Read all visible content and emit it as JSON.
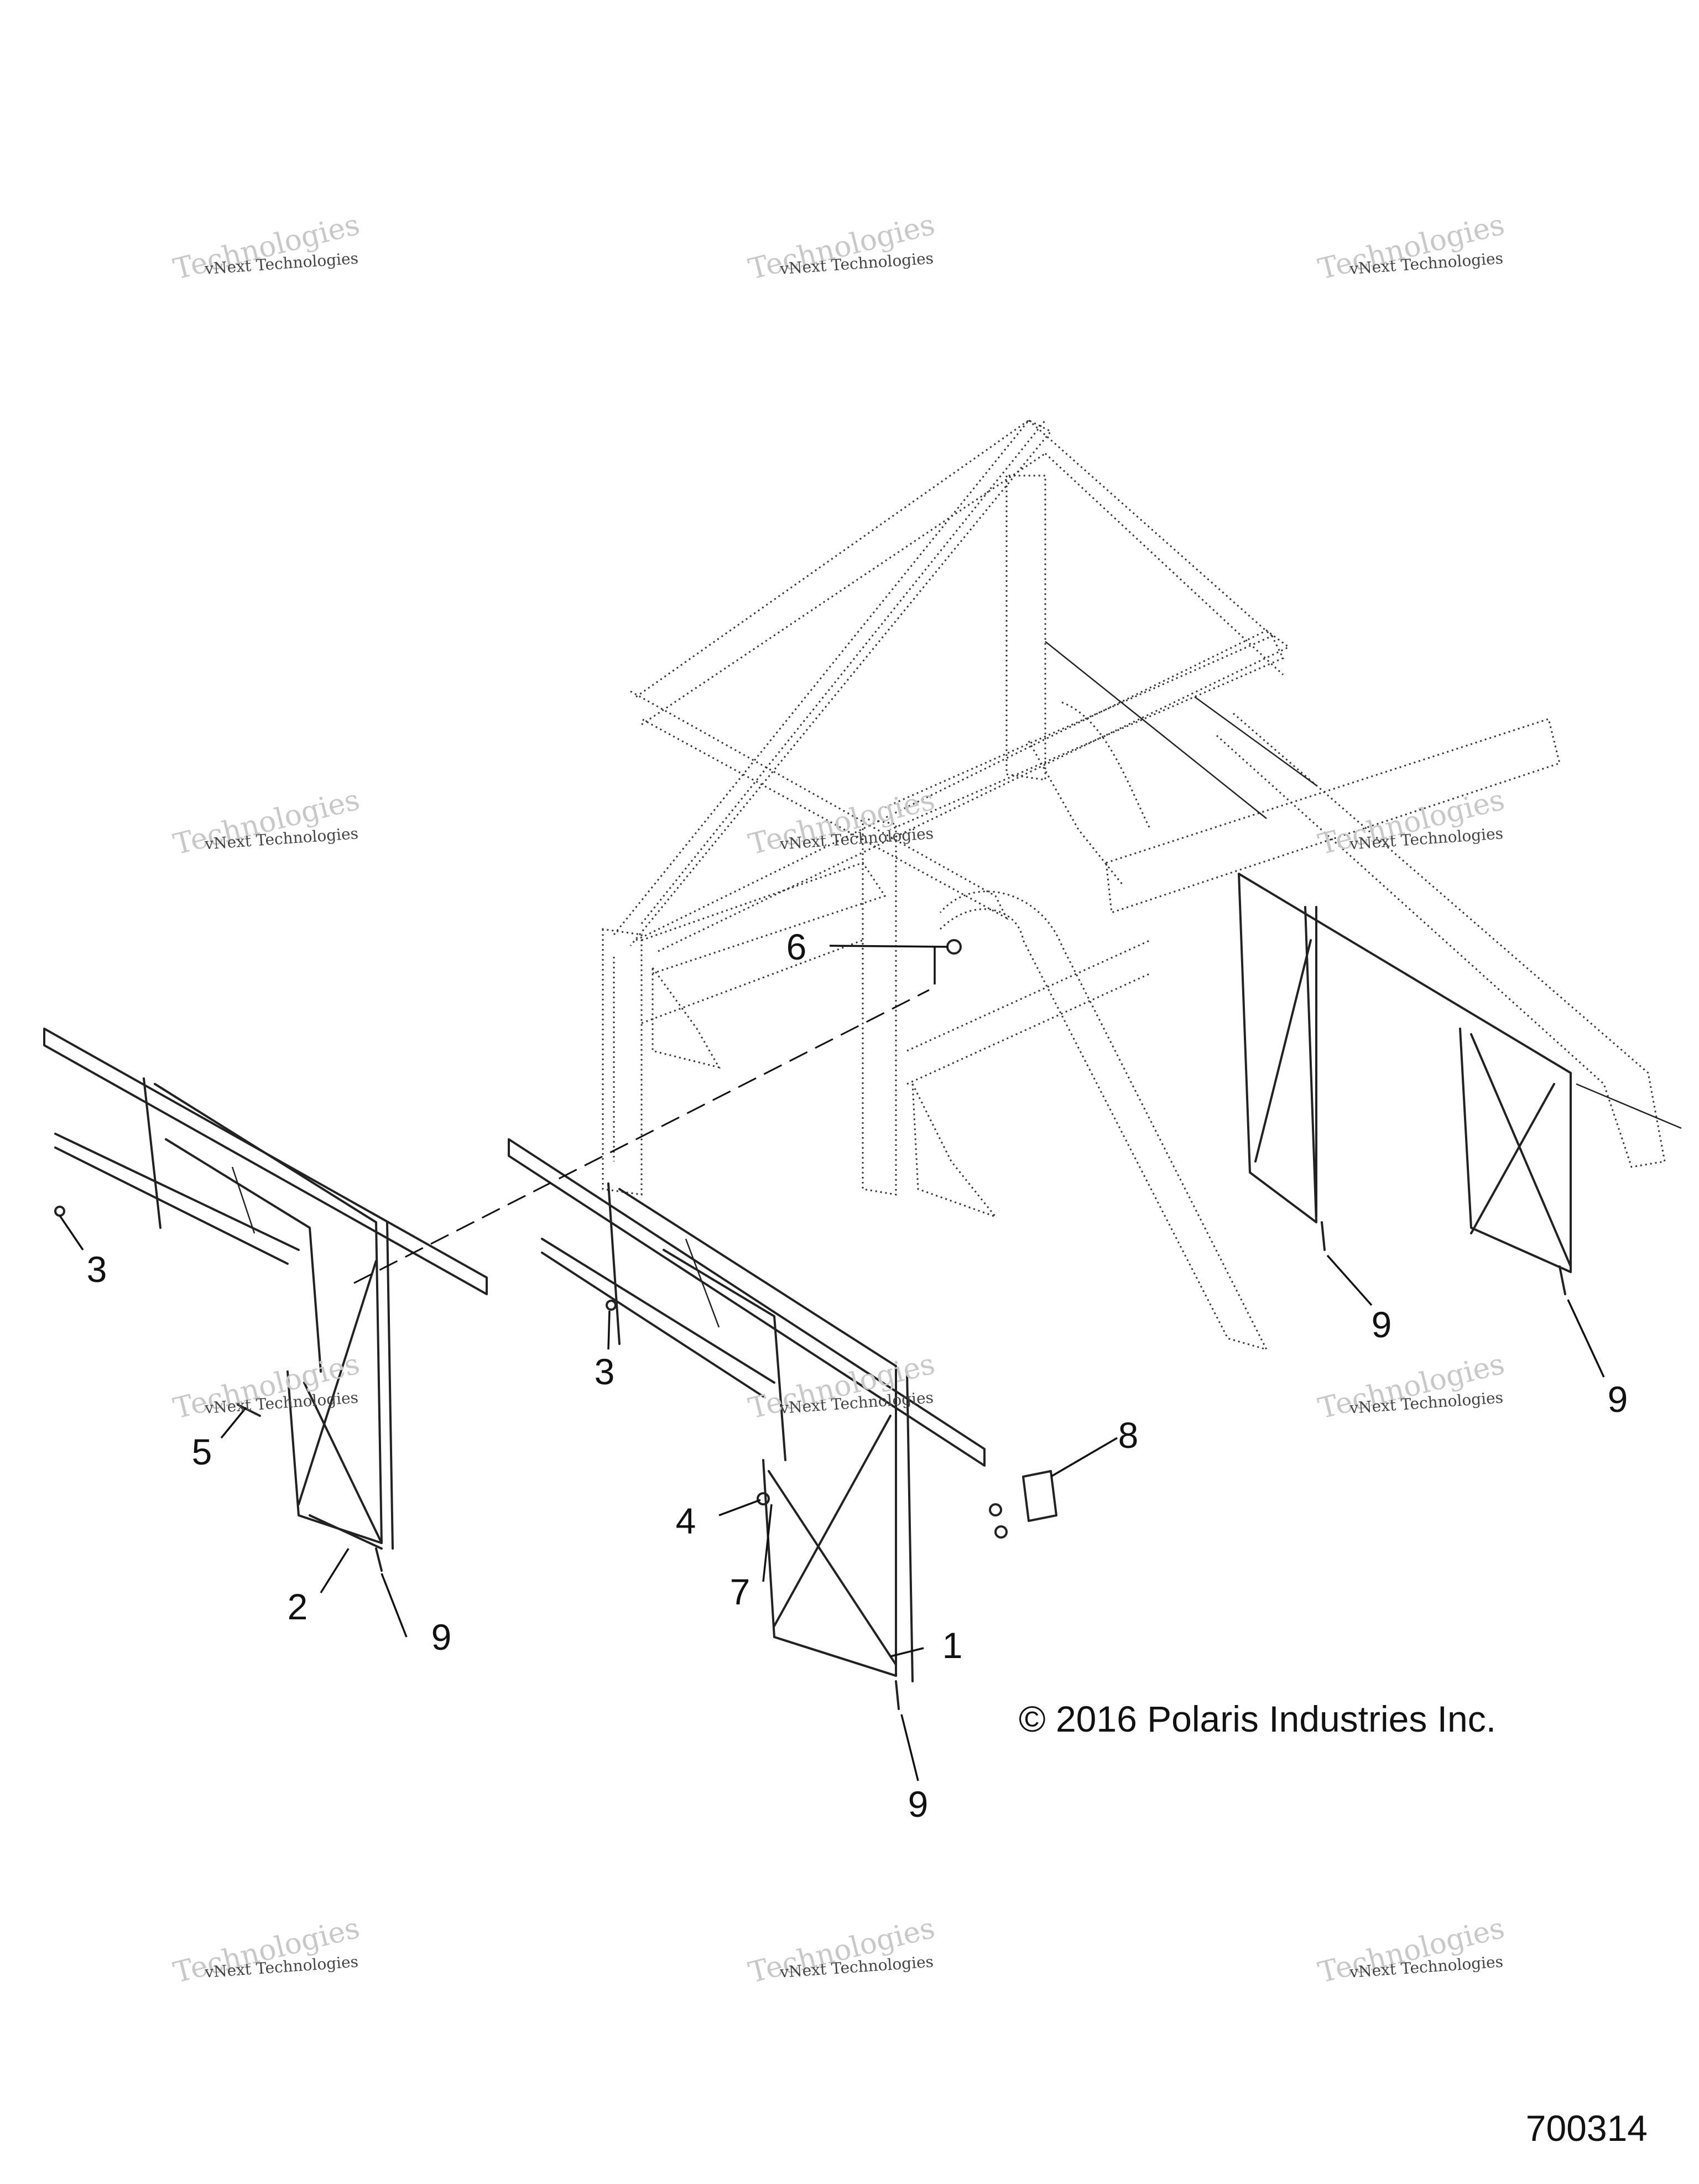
{
  "diagram": {
    "callouts": [
      {
        "id": "c6",
        "label": "6"
      },
      {
        "id": "c3a",
        "label": "3"
      },
      {
        "id": "c3b",
        "label": "3"
      },
      {
        "id": "c5",
        "label": "5"
      },
      {
        "id": "c2",
        "label": "2"
      },
      {
        "id": "c9a",
        "label": "9"
      },
      {
        "id": "c4",
        "label": "4"
      },
      {
        "id": "c7",
        "label": "7"
      },
      {
        "id": "c8",
        "label": "8"
      },
      {
        "id": "c1",
        "label": "1"
      },
      {
        "id": "c9b",
        "label": "9"
      },
      {
        "id": "c9c",
        "label": "9"
      },
      {
        "id": "c9d",
        "label": "9"
      }
    ],
    "copyright": "© 2016 Polaris Industries Inc.",
    "diagram_number": "700314"
  },
  "watermark": {
    "line1": "vNext Technologies",
    "line2": "vNext",
    "line3": "Technologies"
  }
}
